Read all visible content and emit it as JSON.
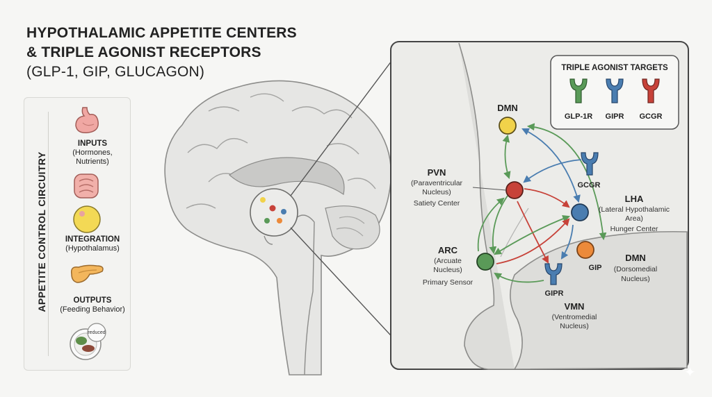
{
  "title": {
    "line1": "HYPOTHALAMIC APPETITE CENTERS",
    "line2": "& TRIPLE AGONIST RECEPTORS",
    "line3": "(GLP-1, GIP, GLUCAGON)"
  },
  "sidebar": {
    "vertical_label": "APPETITE CONTROL CIRCUITRY",
    "inputs": {
      "title": "INPUTS",
      "line1": "(Hormones,",
      "line2": "Nutrients)"
    },
    "integration": {
      "title": "INTEGRATION",
      "line1": "(Hypothalamus)"
    },
    "outputs": {
      "title": "OUTPUTS",
      "line1": "(Feeding Behavior)"
    },
    "plate_badge": "reduced"
  },
  "targets": {
    "title": "TRIPLE AGONIST TARGETS",
    "items": [
      "GLP-1R",
      "GIPR",
      "GCGR"
    ]
  },
  "nuclei": {
    "dmn_top": "DMN",
    "pvn": {
      "name": "PVN",
      "l1": "(Paraventricular",
      "l2": "Nucleus)",
      "l3": "Satiety Center"
    },
    "lha": {
      "name": "LHA",
      "l1": "(Lateral Hypothalamic",
      "l2": "Area)",
      "l3": "Hunger Center"
    },
    "arc": {
      "name": "ARC",
      "l1": "(Arcuate",
      "l2": "Nucleus)",
      "l3": "Primary Sensor"
    },
    "dmn_right": {
      "name": "DMN",
      "l1": "(Dorsomedial",
      "l2": "Nucleus)"
    },
    "vmn": {
      "name": "VMN",
      "l1": "(Ventromedial",
      "l2": "Nucleus)"
    }
  },
  "receptor_labels": {
    "gcgr": "GCGR",
    "gip": "GIP",
    "gipr": "GIPR"
  },
  "colors": {
    "glp1": "#5a9a58",
    "gip": "#4a7db0",
    "gcgr": "#c74239",
    "dmn": "#f1d24a",
    "orange": "#ec8a3a",
    "brain": "#e3e3e1",
    "outline": "#8c8c8a"
  }
}
